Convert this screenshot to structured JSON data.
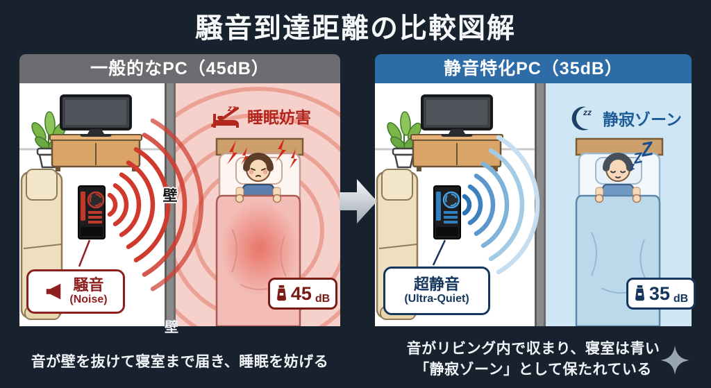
{
  "title": "騒音到達距離の比較図解",
  "left": {
    "header": "一般的なPC（45dB）",
    "sleep_disturbance": "睡眠妨害",
    "wall": "壁",
    "noise": "騒音",
    "noise_en": "(Noise)",
    "db": "45",
    "db_unit": "dB",
    "caption": "音が壁を抜けて寝室まで届き、睡眠を妨げる"
  },
  "right": {
    "header": "静音特化PC（35dB）",
    "quiet_zone": "静寂ゾーン",
    "ultra_quiet": "超静音",
    "ultra_quiet_en": "(Ultra-Quiet)",
    "db": "35",
    "db_unit": "dB",
    "caption_line1": "音がリビング内で収まり、寝室は青い",
    "caption_line2": "「静寂ゾーン」として保たれている"
  },
  "bottom_wall": "壁",
  "decor": {
    "zz": "zz",
    "zzz_chars": [
      "z",
      "Z",
      "Z"
    ]
  },
  "colors": {
    "background": "#18222f",
    "left_header_bg": "#6a6c6f",
    "right_header_bg": "#2d6ca7",
    "noise_red": "#8f1f1f",
    "quiet_navy": "#14365c",
    "bedroom_pink": "#f6d0cb",
    "bedroom_blue": "#cfe6f4",
    "wave_red": "#cf3a2c",
    "wave_blue": "#3c82bf"
  }
}
